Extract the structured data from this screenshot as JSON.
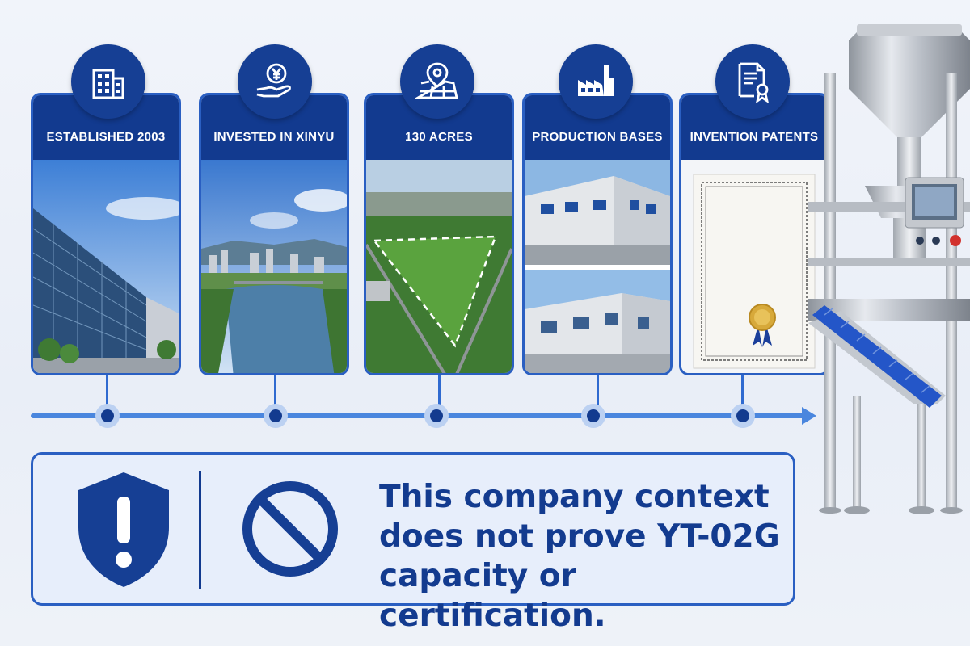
{
  "timeline": {
    "milestones": [
      {
        "label": "ESTABLISHED 2003",
        "icon": "building-icon",
        "photo": "office-building"
      },
      {
        "label": "INVESTED IN XINYU",
        "icon": "yen-hand-icon",
        "photo": "city-river"
      },
      {
        "label": "130 ACRES",
        "icon": "map-pin-icon",
        "photo": "land-plot"
      },
      {
        "label": "PRODUCTION BASES",
        "icon": "factory-icon",
        "photo": "factory-buildings"
      },
      {
        "label": "INVENTION PATENTS",
        "icon": "certificate-icon",
        "photo": "patent-certificate"
      }
    ]
  },
  "notice": {
    "text": "This company context does not prove YT-02G capacity or certification.",
    "icons": [
      "shield-warning-icon",
      "prohibited-icon"
    ]
  },
  "colors": {
    "navy": "#133b8f",
    "accent_blue": "#2a5fc2",
    "timeline_blue": "#4a86de",
    "panel_bg": "#e7eefb"
  }
}
